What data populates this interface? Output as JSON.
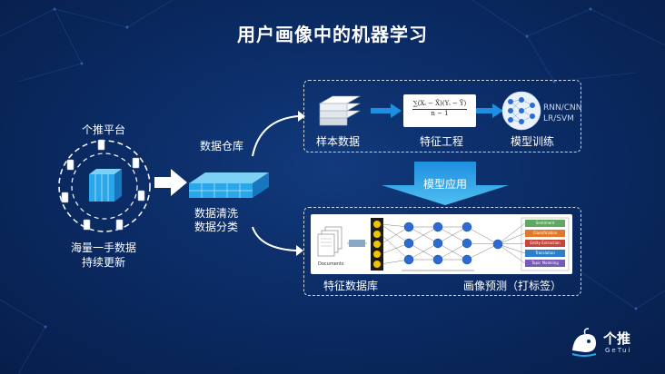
{
  "title": "用户画像中的机器学习",
  "platform": {
    "label": "个推平台",
    "caption_line1": "海量一手数据",
    "caption_line2": "持续更新"
  },
  "warehouse": {
    "label": "数据仓库"
  },
  "cleaning": {
    "line1": "数据清洗",
    "line2": "数据分类"
  },
  "top_box": {
    "sample_label": "样本数据",
    "feature_label": "特征工程",
    "model_label": "模型训练",
    "formula_top": "∑(Xᵢ − X̄)(Yᵢ − Ȳ)",
    "formula_bottom": "n − 1",
    "algo_line1": "RNN/CNN",
    "algo_line2": "LR/SVM"
  },
  "apply": {
    "label": "模型应用"
  },
  "bottom_box": {
    "feature_db_label": "特征数据库",
    "predict_label": "画像预测（打标签）",
    "documents_label": "Documents",
    "outputs": [
      "Sentiment",
      "Classification",
      "Entity Extraction",
      "Translation",
      "Topic Modeling"
    ]
  },
  "logo": {
    "text": "个推",
    "sub": "GeTui"
  },
  "colors": {
    "accent": "#2aa7e8",
    "arrow_blue": "#1e8ee0",
    "node": "#2c6bd6"
  }
}
